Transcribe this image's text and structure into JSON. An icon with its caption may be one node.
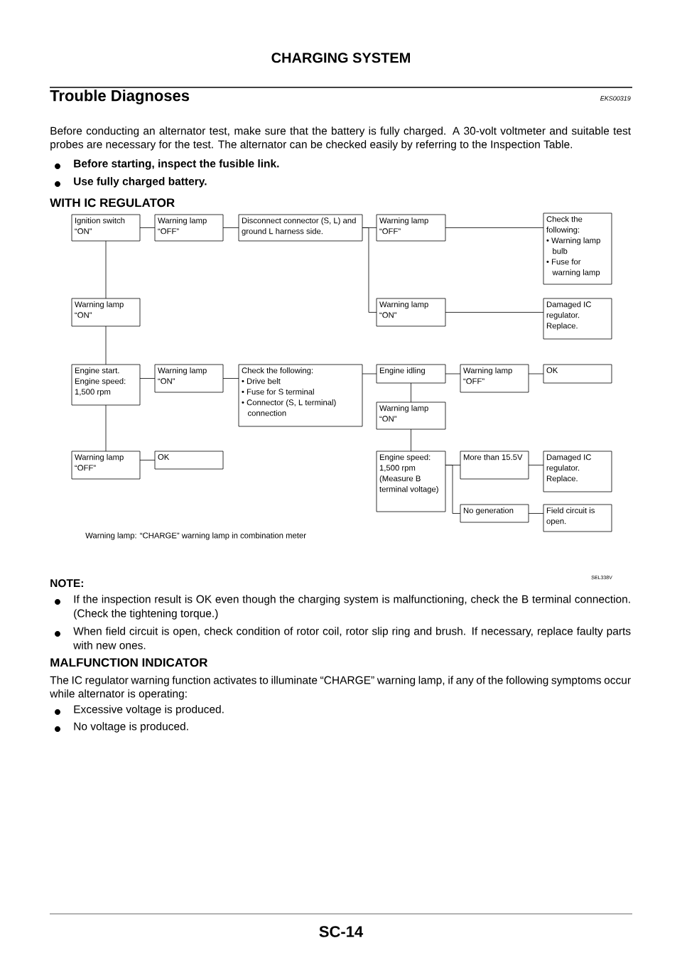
{
  "diagram": {
    "title": "WITH IC REGULATOR",
    "nodes": [
      {
        "text": [
          "Ignition switch “ON”"
        ]
      },
      {
        "text": [
          "Warning lamp “OFF”"
        ]
      },
      {
        "text": [
          "Disconnect connector (S, L) and ground L harness side."
        ]
      },
      {
        "text": [
          "Warning lamp “OFF”"
        ]
      },
      {
        "text": [
          "Check the following:",
          "• Warning lamp bulb",
          "• Fuse for warning lamp"
        ]
      },
      {
        "text": [
          "Warning lamp “ON”"
        ]
      },
      {
        "text": [
          "Warning lamp “ON”"
        ]
      },
      {
        "text": [
          "Damaged IC regulator. Replace."
        ]
      },
      {
        "text": [
          "Engine start. Engine speed: 1,500 rpm"
        ]
      },
      {
        "text": [
          "Warning lamp “ON”"
        ]
      },
      {
        "text": [
          "Check the following:",
          "• Drive belt",
          "• Fuse for S terminal",
          "• Connector (S, L terminal) connection"
        ]
      },
      {
        "text": [
          "Engine idling"
        ]
      },
      {
        "text": [
          "Warning lamp “OFF”"
        ]
      },
      {
        "text": [
          "OK"
        ]
      },
      {
        "text": [
          "Warning lamp “ON”"
        ]
      },
      {
        "text": [
          "Warning lamp “OFF”"
        ]
      },
      {
        "text": [
          "OK"
        ]
      },
      {
        "text": [
          "Engine speed: 1,500 rpm (Measure B terminal voltage)"
        ]
      },
      {
        "text": [
          "More than 15.5V"
        ]
      },
      {
        "text": [
          "Damaged IC regulator. Replace."
        ]
      },
      {
        "text": [
          "No generation"
        ]
      },
      {
        "text": [
          "Field circuit is open."
        ]
      }
    ],
    "edges": [
      {
        "from": 0,
        "to": 1,
        "arrow": "none"
      },
      {
        "from": 1,
        "to": 2,
        "arrow": "none"
      },
      {
        "from": 2,
        "to": 3,
        "arrow": "none"
      },
      {
        "from": 2,
        "to": 6,
        "arrow": "none"
      },
      {
        "from": 3,
        "to": 4,
        "arrow": "none"
      },
      {
        "from": 6,
        "to": 7,
        "arrow": "none"
      },
      {
        "from": 0,
        "to": 5,
        "arrow": "none"
      },
      {
        "from": 5,
        "to": 8,
        "arrow": "none"
      },
      {
        "from": 8,
        "to": 9,
        "arrow": "none"
      },
      {
        "from": 9,
        "to": 10,
        "arrow": "none"
      },
      {
        "from": 10,
        "to": 11,
        "arrow": "none"
      },
      {
        "from": 11,
        "to": 12,
        "arrow": "none"
      },
      {
        "from": 12,
        "to": 13,
        "arrow": "none"
      },
      {
        "from": 11,
        "to": 14,
        "arrow": "none"
      },
      {
        "from": 14,
        "to": 17,
        "arrow": "none"
      },
      {
        "from": 8,
        "to": 15,
        "arrow": "none"
      },
      {
        "from": 15,
        "to": 16,
        "arrow": "none"
      },
      {
        "from": 17,
        "to": 18,
        "arrow": "none"
      },
      {
        "from": 17,
        "to": 20,
        "arrow": "none"
      },
      {
        "from": 18,
        "to": 19,
        "arrow": "none"
      },
      {
        "from": 20,
        "to": 21,
        "arrow": "none"
      }
    ],
    "labels": [
      "CHARGING SYSTEM",
      "Trouble Diagnoses",
      "EKS00319",
      "Before conducting an alternator test, make sure that the battery is fully charged. A 30-volt voltmeter and suitable test probes are necessary for the test. The alternator can be checked easily by referring to the Inspection Table.",
      "Before starting, inspect the fusible link.",
      "Use fully charged battery.",
      "Warning lamp: “CHARGE” warning lamp in combination meter",
      "SEL338V",
      "NOTE:",
      "If the inspection result is OK even though the charging system is malfunctioning, check the B terminal connection. (Check the tightening torque.)",
      "When field circuit is open, check condition of rotor coil, rotor slip ring and brush. If necessary, replace faulty parts with new ones.",
      "MALFUNCTION INDICATOR",
      "The IC regulator warning function activates to illuminate “CHARGE” warning lamp, if any of the following symptoms occur while alternator is operating:",
      "Excessive voltage is produced.",
      "No voltage is produced.",
      "SC-14"
    ]
  }
}
